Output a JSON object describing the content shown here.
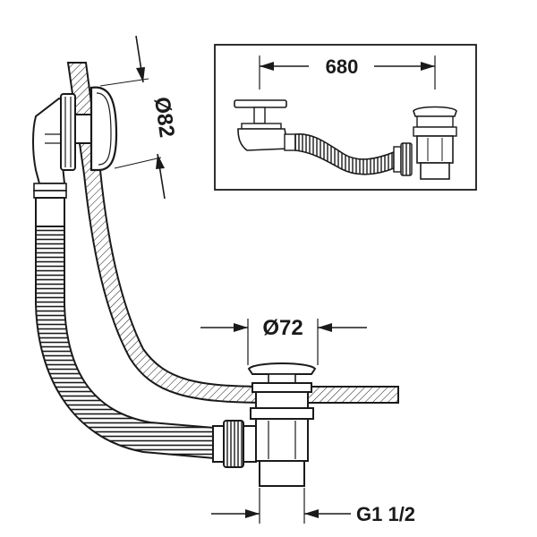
{
  "dimensions": {
    "overflow_diameter": "Ø82",
    "drain_diameter": "Ø72",
    "total_length": "680",
    "thread_size": "G1 1/2"
  },
  "colors": {
    "line": "#1a1a1a",
    "fill": "#ffffff",
    "shade": "#d9d9d9"
  }
}
